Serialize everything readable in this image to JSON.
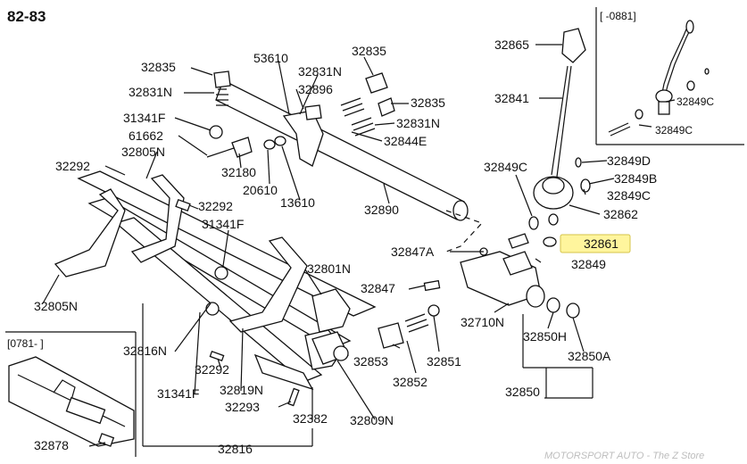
{
  "title": "82-83",
  "watermark": "MOTORSPORT AUTO - The Z Store",
  "insets": {
    "top_right_range": "[ -0881]",
    "bottom_left_range": "[0781- ]"
  },
  "highlight_color": "#fff59d",
  "labels": {
    "p32835a": "32835",
    "p53610": "53610",
    "p32835b": "32835",
    "p32831n_a": "32831N",
    "p32831n_b": "32831N",
    "p32896": "32896",
    "p32835c": "32835",
    "p31341f_a": "31341F",
    "p32831n_c": "32831N",
    "p61662": "61662",
    "p32844e": "32844E",
    "p32292_a": "32292",
    "p32805n_a": "32805N",
    "p32180": "32180",
    "p20610": "20610",
    "p13610": "13610",
    "p32890": "32890",
    "p32292_b": "32292",
    "p31341f_b": "31341F",
    "p32801n": "32801N",
    "p32805n_b": "32805N",
    "p32847": "32847",
    "p32816n": "32816N",
    "p32292_c": "32292",
    "p31341f_c": "31341F",
    "p32819n": "32819N",
    "p32293": "32293",
    "p32382": "32382",
    "p32809n": "32809N",
    "p32816": "32816",
    "p32878": "32878",
    "p32865": "32865",
    "p32841": "32841",
    "p32849c_a": "32849C",
    "p32849d": "32849D",
    "p32849b": "32849B",
    "p32849c_b": "32849C",
    "p32862": "32862",
    "p32861": "32861",
    "p32847a": "32847A",
    "p32849": "32849",
    "p32710n": "32710N",
    "p32850h": "32850H",
    "p32853": "32853",
    "p32851": "32851",
    "p32852": "32852",
    "p32850a": "32850A",
    "p32850": "32850",
    "p32849c_c": "32849C",
    "p32849c_d": "32849C"
  }
}
